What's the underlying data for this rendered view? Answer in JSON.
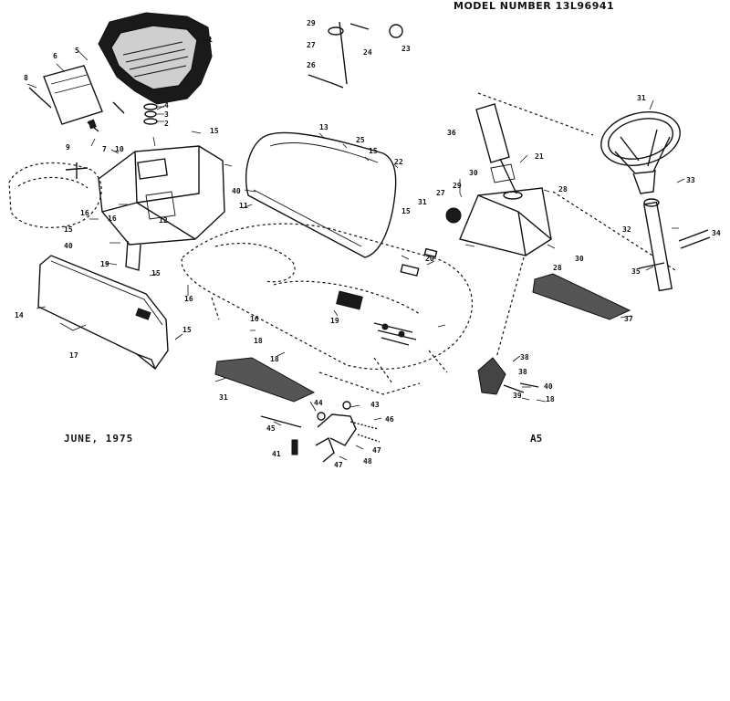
{
  "header": {
    "model_number": "MODEL NUMBER 13L96941"
  },
  "footer": {
    "date": "JUNE, 1975",
    "page_code": "A5"
  },
  "parts": {
    "seat": "1",
    "seat_washer": "2",
    "seat_spring": "3",
    "seat_knob": "4",
    "seat_plate_label_5": "5",
    "seat_plate_label_6": "6",
    "bolt_7": "7",
    "bolt_8": "8",
    "screw_9": "9",
    "screw_10": "10",
    "bracket_11": "11",
    "bracket_12": "12",
    "hood_label_13": "13",
    "front_panel_14": "14",
    "screw_15": "15",
    "screw_16": "16",
    "foot_17": "17",
    "body_18": "18",
    "bracket_19": "19",
    "knob_20": "20",
    "handle_21": "21",
    "cap_22": "22",
    "knob_23": "23",
    "rod_24": "24",
    "spring_25": "25",
    "rod_26": "26",
    "washer_27": "27",
    "console_28": "28",
    "pin_29": "29",
    "screw_30": "30",
    "steering_wheel_31": "31",
    "steering_shaft_32": "32",
    "cap_33": "33",
    "bolt_34": "34",
    "bolt_35": "35",
    "knob_36": "36",
    "mat_37": "37",
    "bracket_38": "38",
    "washer_39": "39",
    "nut_40": "40",
    "bolt_41": "41",
    "pedal_43": "43",
    "clip_44": "44",
    "rod_45": "45",
    "spring_46": "46",
    "washer_47": "47",
    "nut_48": "48"
  }
}
